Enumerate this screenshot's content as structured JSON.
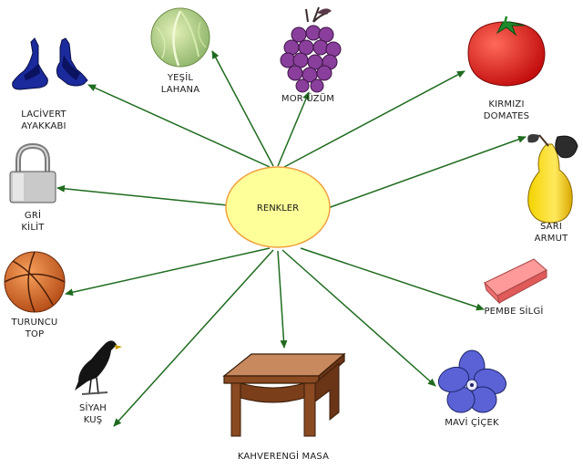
{
  "center": {
    "label": "RENKLER",
    "fill": "#ffff99",
    "stroke": "#f0a040"
  },
  "arrow_color": "#1f6b1f",
  "items": [
    {
      "lines": [
        "LACİVERT",
        "AYAKKABI"
      ],
      "icon": "navy-shoes-icon"
    },
    {
      "lines": [
        "YEŞİL",
        "LAHANA"
      ],
      "icon": "green-cabbage-icon"
    },
    {
      "lines": [
        "MOR ÜZÜM"
      ],
      "icon": "purple-grapes-icon"
    },
    {
      "lines": [
        "KIRMIZI",
        "DOMATES"
      ],
      "icon": "red-tomato-icon"
    },
    {
      "lines": [
        "GRİ",
        "KİLİT"
      ],
      "icon": "gray-padlock-icon"
    },
    {
      "lines": [
        "SARI",
        "ARMUT"
      ],
      "icon": "yellow-pear-icon"
    },
    {
      "lines": [
        "TURUNCU",
        "TOP"
      ],
      "icon": "orange-ball-icon"
    },
    {
      "lines": [
        "PEMBE SİLGİ"
      ],
      "icon": "pink-eraser-icon"
    },
    {
      "lines": [
        "SİYAH",
        "KUŞ"
      ],
      "icon": "black-bird-icon"
    },
    {
      "lines": [
        "KAHVERENGİ MASA"
      ],
      "icon": "brown-table-icon"
    },
    {
      "lines": [
        "MAVİ ÇİÇEK"
      ],
      "icon": "blue-flower-icon"
    }
  ]
}
